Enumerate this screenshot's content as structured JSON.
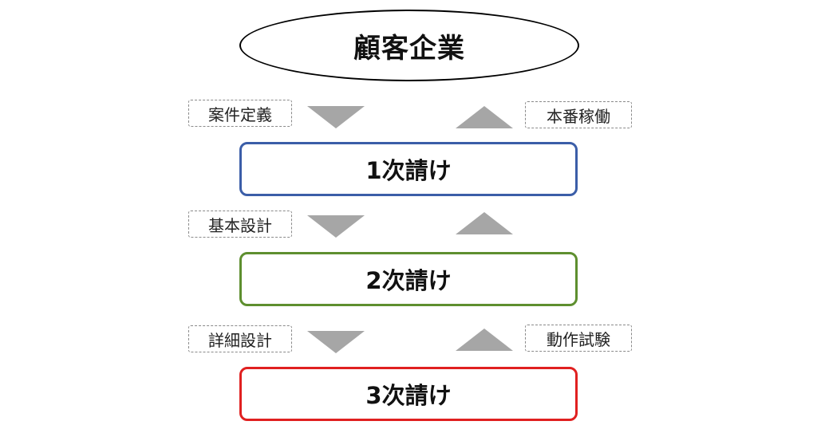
{
  "top": {
    "label": "顧客企業"
  },
  "boxes": [
    {
      "label": "1次請け",
      "color": "#3b5ea8"
    },
    {
      "label": "2次請け",
      "color": "#5e8f2f"
    },
    {
      "label": "3次請け",
      "color": "#e02020"
    }
  ],
  "stages": [
    {
      "left_tag": "案件定義",
      "right_tag": "本番稼働"
    },
    {
      "left_tag": "基本設計",
      "right_tag": ""
    },
    {
      "left_tag": "詳細設計",
      "right_tag": "動作試験"
    }
  ],
  "colors": {
    "arrow": "#a6a6a6",
    "tag_border": "#8a8a8a"
  },
  "icons": {
    "down_arrow": "triangle-down",
    "up_arrow": "triangle-up"
  }
}
